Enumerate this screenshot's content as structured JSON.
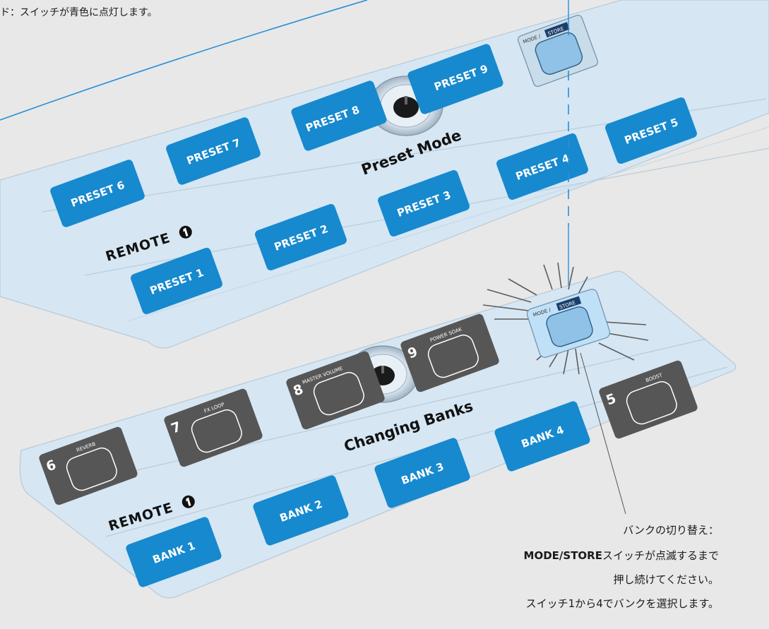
{
  "top_caption": "ド：スイッチが青色に点灯します。",
  "preset_panel": {
    "title": "Preset Mode",
    "remote_label": "REMOTE",
    "mode_store": {
      "mode": "MODE /",
      "store": "STORE"
    },
    "buttons": [
      "PRESET 1",
      "PRESET 2",
      "PRESET 3",
      "PRESET 4",
      "PRESET 5",
      "PRESET 6",
      "PRESET 7",
      "PRESET 8",
      "PRESET 9"
    ]
  },
  "bank_panel": {
    "title": "Changing Banks",
    "remote_label": "REMOTE",
    "mode_store": {
      "mode": "MODE /",
      "store": "STORE"
    },
    "banks": [
      "BANK 1",
      "BANK 2",
      "BANK 3",
      "BANK 4"
    ],
    "functions": [
      {
        "num": "5",
        "label": "BOOST"
      },
      {
        "num": "6",
        "label": "REVERB"
      },
      {
        "num": "7",
        "label": "FX LOOP"
      },
      {
        "num": "8",
        "label": "MASTER VOLUME"
      },
      {
        "num": "9",
        "label": "POWER SOAK"
      }
    ]
  },
  "callout": {
    "line1": "バンクの切り替え：",
    "line2_bold": "MODE/STORE",
    "line2_rest": "スイッチが点滅するまで",
    "line3": "押し続けてください。",
    "line4": "スイッチ1から4でバンクを選択します。"
  },
  "colors": {
    "background": "#e8e8e8",
    "panel": "#d6e6f2",
    "button_blue": "#1689cf",
    "button_dark": "#565656",
    "accent_line": "#2b8fd6"
  },
  "icons": [
    "remote-one-badge-icon",
    "knob-icon",
    "flash-rays-icon"
  ]
}
